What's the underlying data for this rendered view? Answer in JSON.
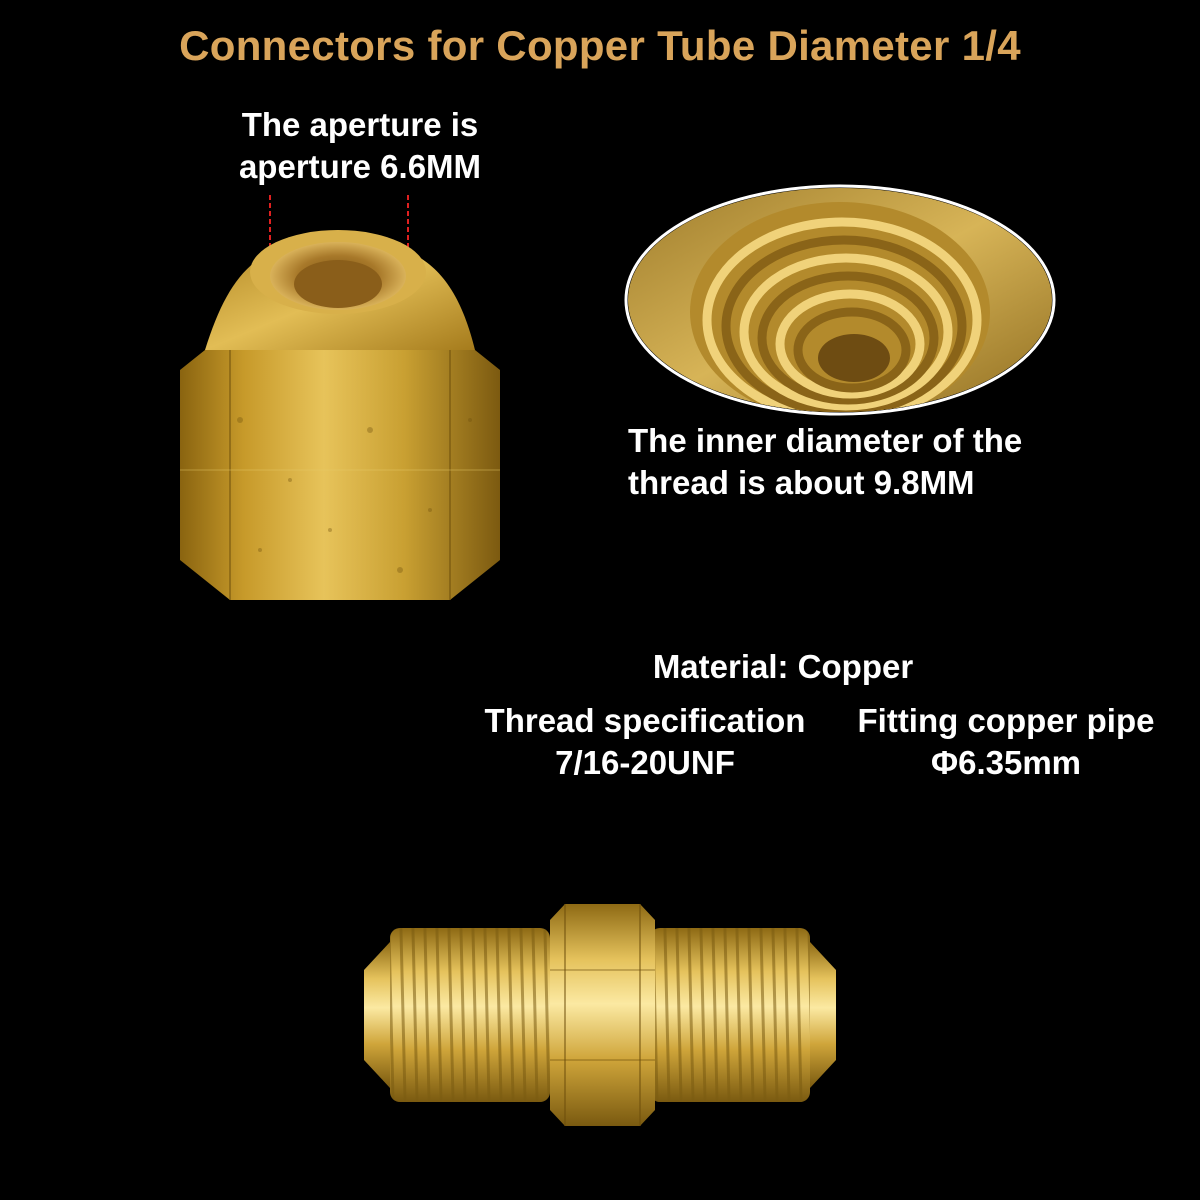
{
  "title": "Connectors for Copper Tube Diameter 1/4",
  "aperture": {
    "line1": "The aperture is",
    "line2": "aperture 6.6MM"
  },
  "inner_diameter": {
    "line1": "The inner diameter of the",
    "line2": "thread is about 9.8MM"
  },
  "material": "Material: Copper",
  "thread_spec": {
    "line1": "Thread specification",
    "line2": "7/16-20UNF"
  },
  "pipe_fit": {
    "line1": "Fitting copper pipe",
    "line2": "Φ6.35mm"
  },
  "colors": {
    "background": "#000000",
    "title": "#d9a45a",
    "text": "#ffffff",
    "brass": "#c9a032",
    "dimension_line": "#e02020"
  },
  "images": [
    {
      "name": "flare-nut-image"
    },
    {
      "name": "nut-thread-closeup-image"
    },
    {
      "name": "flare-union-image"
    }
  ]
}
